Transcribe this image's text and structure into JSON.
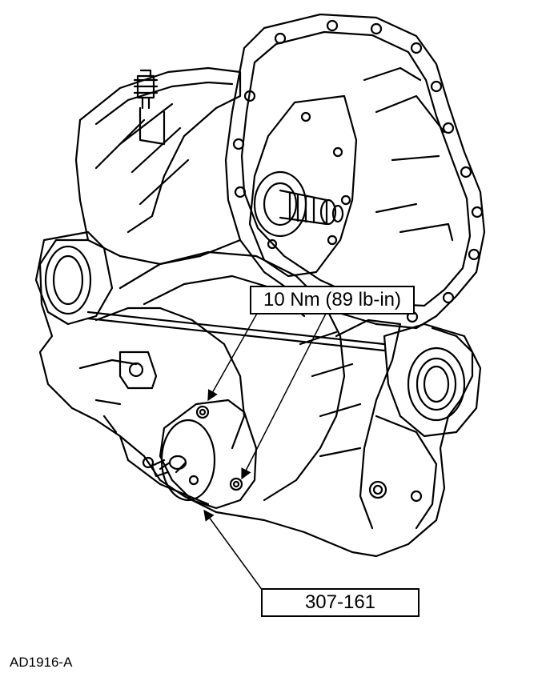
{
  "callouts": {
    "torque": "10 Nm (89 lb-in)",
    "tool": "307-161"
  },
  "figure_id": "AD1916-A"
}
